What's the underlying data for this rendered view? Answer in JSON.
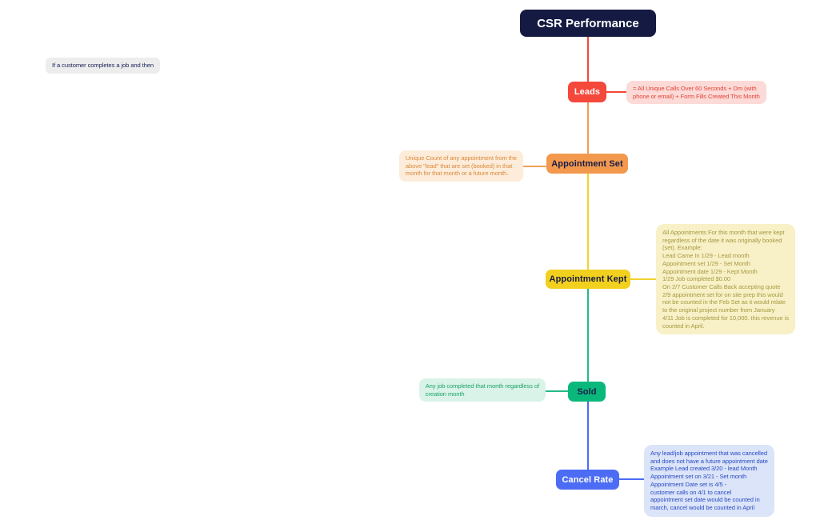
{
  "canvas": {
    "background": "#ffffff"
  },
  "title": {
    "label": "CSR Performance",
    "bg": "#151a43",
    "text_color": "#ffffff"
  },
  "floating_note": {
    "text": "If a customer completes a job and then",
    "bg": "#ededed",
    "text_color": "#20265a"
  },
  "nodes": [
    {
      "id": "leads",
      "label": "Leads",
      "bg": "#f4483b",
      "text_color": "#ffffff",
      "line_color": "#f4483b",
      "note": {
        "text": "= All Unique Calls Over 60 Seconds + Dm (with\nphone or email) + Form Fills Created This Month",
        "bg": "#fcdad7",
        "text_color": "#e2463a"
      }
    },
    {
      "id": "appointment-set",
      "label": "Appointment Set",
      "bg": "#f2994e",
      "text_color": "#171c45",
      "line_color": "#f0a054",
      "note": {
        "text": "Unique Count of any appointment from the\nabove \"lead\" that are set (booked) in that\nmonth for that month or a future month.",
        "bg": "#fcecd9",
        "text_color": "#dc8a3d"
      }
    },
    {
      "id": "appointment-kept",
      "label": "Appointment Kept",
      "bg": "#f2d01e",
      "text_color": "#171c45",
      "line_color": "#f0d22f",
      "note": {
        "text": "All Appointments For this month that were kept\nregardless of the date it was originally booked\n(set). Example:\nLead Came In 1/29 - Lead month\nAppointment set 1/29 - Set Month\nAppointment date 1/29 - Kept Month\n1/29 Job completed $0.00\nOn 2/7 Customer Calls Back accepting quote\n2/9 appointment set for on site prep this would\nnot be counted in the Feb Set as it would relate\nto the original project number from January\n4/11 Job is completed for 10,000. this revenue is\ncounted in April.",
        "bg": "#f8f0c6",
        "text_color": "#a59b43"
      }
    },
    {
      "id": "sold",
      "label": "Sold",
      "bg": "#0ab87c",
      "text_color": "#171c45",
      "line_color": "#25b986",
      "note": {
        "text": "Any job completed that month regardless of\ncreation month",
        "bg": "#d9f3e8",
        "text_color": "#1fa468"
      }
    },
    {
      "id": "cancel-rate",
      "label": "Cancel Rate",
      "bg": "#4c6cf5",
      "text_color": "#ffffff",
      "line_color": "#4c6cf5",
      "note": {
        "text": "Any lead/job appointment that was cancelled\nand does not have a future appointment date\nExample Lead created 3/20 - lead Month\nAppointment set on 3/21 - Set month\nAppointment Date set is 4/5 -\ncustomer calls on 4/1 to cancel\nappointment set date would be counted in\nmarch, cancel would be counted in April",
        "bg": "#dbe4f8",
        "text_color": "#2b4dc4"
      }
    }
  ]
}
